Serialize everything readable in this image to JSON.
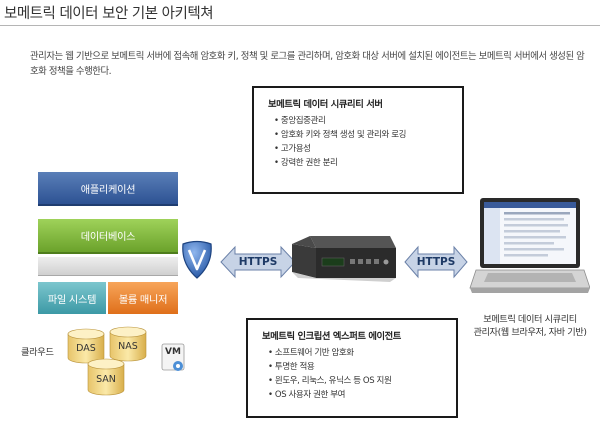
{
  "page": {
    "title": "보메트릭 데이터 보안 기본 아키텍쳐",
    "intro": "관리자는 웹 기반으로 보메트릭 서버에 접속해 암호화 키, 정책 및 로그를 관리하며, 암호화 대상 서버에 설치된 에이전트는 보메트릭 서버에서 생성된 암호화 정책을 수행한다."
  },
  "server_callout": {
    "title": "보메트릭 데이터 시큐리티 서버",
    "items": [
      "중앙집중관리",
      "암호화 키와 정책 생성 및 관리와 로깅",
      "고가용성",
      "강력한 권한 분리"
    ]
  },
  "agent_callout": {
    "title": "보메트릭 인크립션 엑스퍼트 에이전트",
    "items": [
      "소프트웨어 기반 암호화",
      "투명한 적용",
      "윈도우, 리눅스, 유닉스 등 OS 지원",
      "OS 사용자 권한 부여"
    ]
  },
  "stack": {
    "application": "애플리케이션",
    "database": "데이터베이스",
    "filesystem": "파일 시스템",
    "volume_manager": "볼륨 매니저"
  },
  "storage": {
    "cloud": "클라우드",
    "das": "DAS",
    "nas": "NAS",
    "san": "SAN",
    "vm": "VM"
  },
  "connections": {
    "left_protocol": "HTTPS",
    "right_protocol": "HTTPS"
  },
  "laptop_caption": {
    "line1": "보메트릭 데이터 시큐리티",
    "line2": "관리자(웹 브라우저, 자바 기반)"
  },
  "colors": {
    "application_layer": "#2d5293",
    "database_layer": "#6ba22b",
    "filesystem_layer": "#3c99a5",
    "volume_layer": "#df6f1a",
    "arrow_fill": "#c7d3e6",
    "shield": "#3d74c4"
  },
  "icons": [
    "shield-v-icon",
    "server-appliance-icon",
    "laptop-icon",
    "storage-cylinder-icon",
    "vm-icon"
  ]
}
